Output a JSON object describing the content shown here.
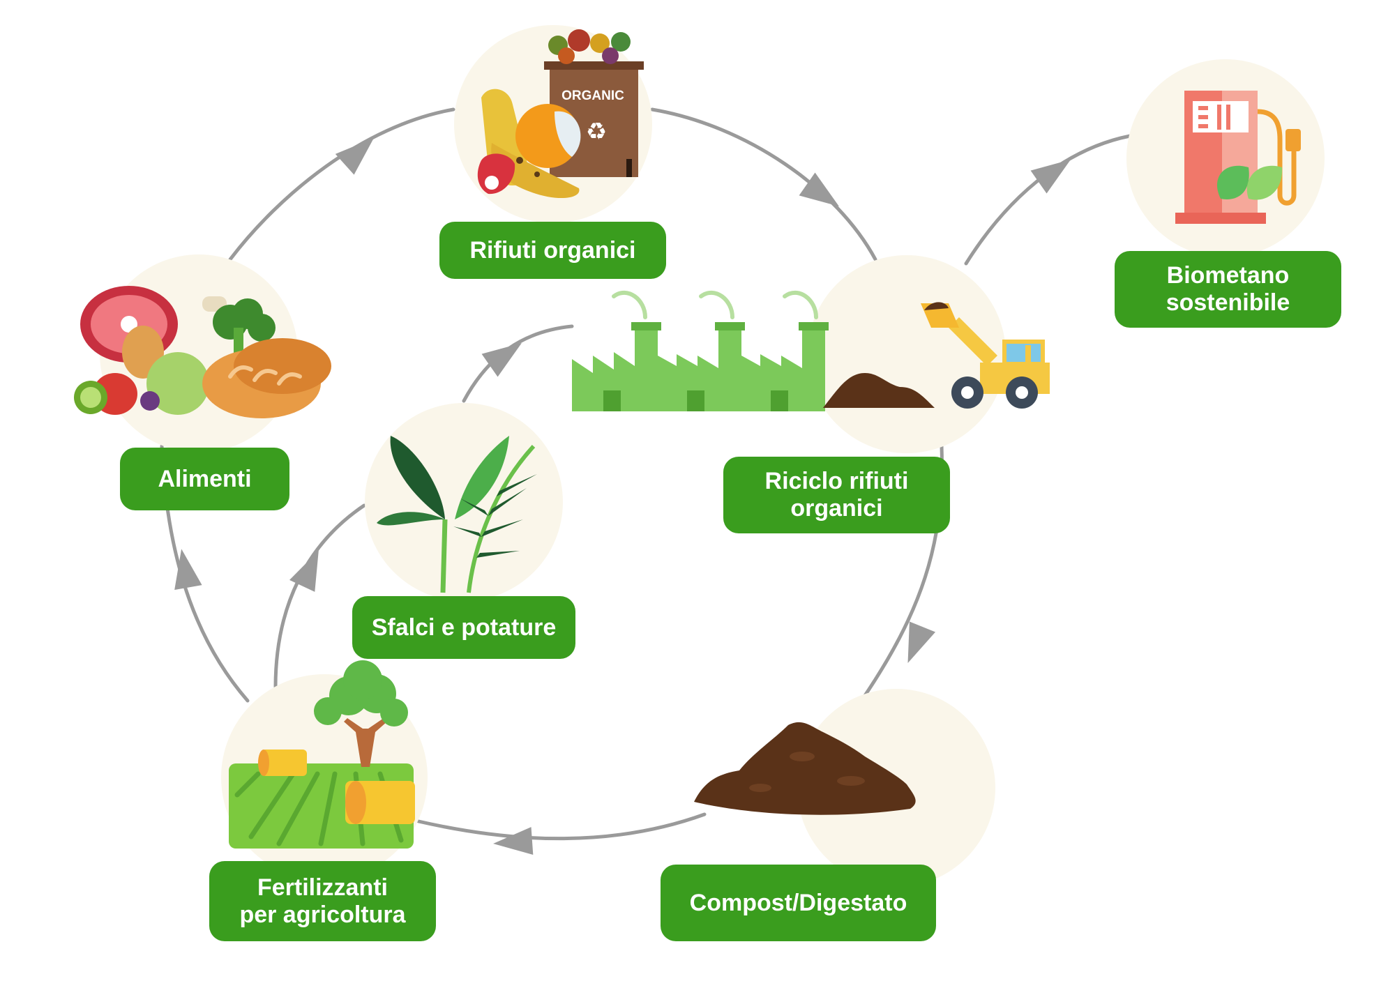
{
  "nodes": {
    "rifiuti": {
      "label": "Rifiuti organici",
      "bin_text": "ORGANIC"
    },
    "riciclo": {
      "label": "Riciclo rifiuti\norganici"
    },
    "biometano": {
      "label": "Biometano\nsostenibile"
    },
    "compost": {
      "label": "Compost/Digestato"
    },
    "fertilizzanti": {
      "label": "Fertilizzanti\nper agricoltura"
    },
    "alimenti": {
      "label": "Alimenti"
    },
    "sfalci": {
      "label": "Sfalci e potature"
    }
  },
  "colors": {
    "label_bg": "#3a9d1e",
    "label_text": "#ffffff",
    "circle_bg": "#faf6ea",
    "arrow": "#9a9a9a",
    "factory": "#7cc95a",
    "soil": "#5a3218"
  },
  "icons": [
    "organic-bin-icon",
    "factory-icon",
    "loader-truck-icon",
    "fuel-pump-icon",
    "compost-pile-icon",
    "farm-field-icon",
    "food-icon",
    "plant-icon"
  ]
}
